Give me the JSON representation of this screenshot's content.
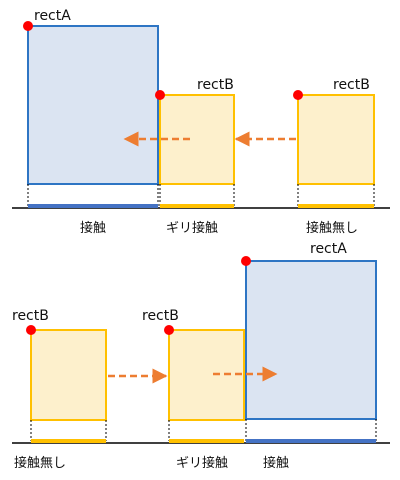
{
  "colors": {
    "rectA_fill": "#dbe4f2",
    "rectA_stroke": "#2e75c4",
    "rectB_fill": "#fdf0cc",
    "rectB_stroke": "#ffc000",
    "arrow": "#ed7d31",
    "corner_dot": "#ff0000",
    "blue_bar": "#4472c4",
    "orange_bar": "#ffc000"
  },
  "top": {
    "rectA_label": "rectA",
    "rectB_touching_label": "rectB",
    "rectB_apart_label": "rectB",
    "caption_contact": "接触",
    "caption_edge_contact": "ギリ接触",
    "caption_no_contact": "接触無し"
  },
  "bottom": {
    "rectB_apart_label": "rectB",
    "rectB_touching_label": "rectB",
    "rectA_label": "rectA",
    "caption_no_contact": "接触無し",
    "caption_edge_contact": "ギリ接触",
    "caption_contact": "接触"
  }
}
